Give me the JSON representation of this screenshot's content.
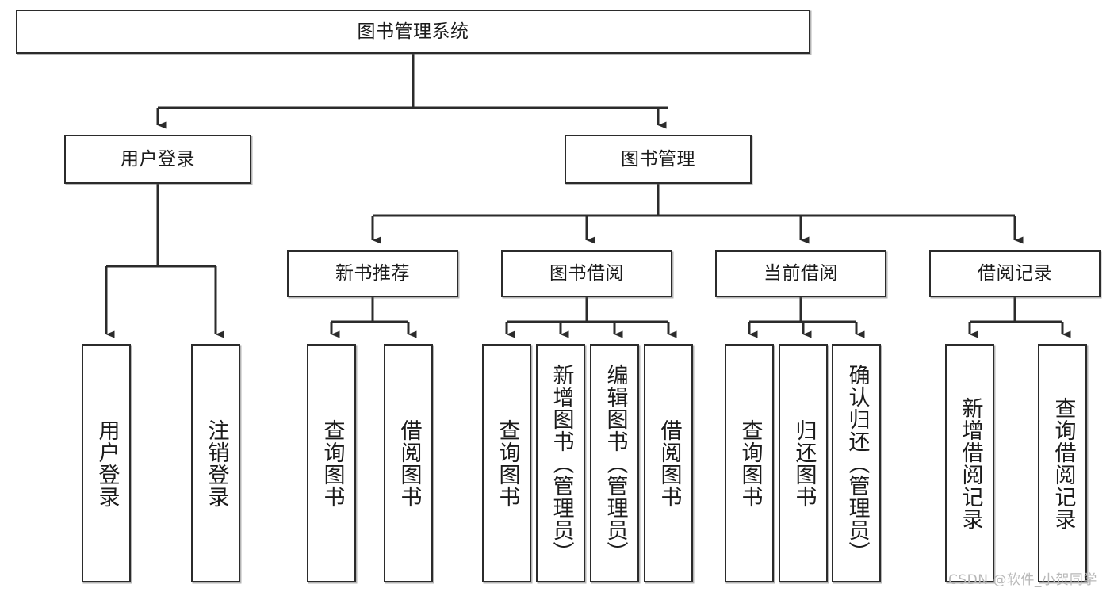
{
  "diagram": {
    "type": "tree-hierarchy",
    "orientation": "top-down",
    "root": {
      "id": "root",
      "label": "图书管理系统"
    },
    "level2": [
      {
        "id": "user-login",
        "label": "用户登录"
      },
      {
        "id": "book-management",
        "label": "图书管理"
      }
    ],
    "level3": [
      {
        "id": "new-book-recommend",
        "label": "新书推荐",
        "parent": "book-management"
      },
      {
        "id": "book-borrow",
        "label": "图书借阅",
        "parent": "book-management"
      },
      {
        "id": "current-borrow",
        "label": "当前借阅",
        "parent": "book-management"
      },
      {
        "id": "borrow-record",
        "label": "借阅记录",
        "parent": "book-management"
      }
    ],
    "leaves": [
      {
        "id": "leaf-user-login",
        "label": "用户登录",
        "parent": "user-login"
      },
      {
        "id": "leaf-logout",
        "label": "注销登录",
        "parent": "user-login"
      },
      {
        "id": "leaf-query-book-1",
        "label": "查询图书",
        "parent": "new-book-recommend"
      },
      {
        "id": "leaf-borrow-book-1",
        "label": "借阅图书",
        "parent": "new-book-recommend"
      },
      {
        "id": "leaf-query-book-2",
        "label": "查询图书",
        "parent": "book-borrow"
      },
      {
        "id": "leaf-add-book",
        "label": "新增图书（管理员）",
        "parent": "book-borrow"
      },
      {
        "id": "leaf-edit-book",
        "label": "编辑图书（管理员）",
        "parent": "book-borrow"
      },
      {
        "id": "leaf-borrow-book-2",
        "label": "借阅图书",
        "parent": "book-borrow"
      },
      {
        "id": "leaf-query-book-3",
        "label": "查询图书",
        "parent": "current-borrow"
      },
      {
        "id": "leaf-return-book",
        "label": "归还图书",
        "parent": "current-borrow"
      },
      {
        "id": "leaf-confirm-return",
        "label": "确认归还（管理员）",
        "parent": "current-borrow"
      },
      {
        "id": "leaf-add-record",
        "label": "新增借阅记录",
        "parent": "borrow-record"
      },
      {
        "id": "leaf-query-record",
        "label": "查询借阅记录",
        "parent": "borrow-record"
      }
    ],
    "colors": {
      "stroke": "#2b2b2b",
      "background": "#ffffff",
      "text": "#1b1b1b",
      "watermark": "#b8b8b8"
    }
  },
  "watermark": {
    "text": "CSDN @软件_小贺同学"
  }
}
